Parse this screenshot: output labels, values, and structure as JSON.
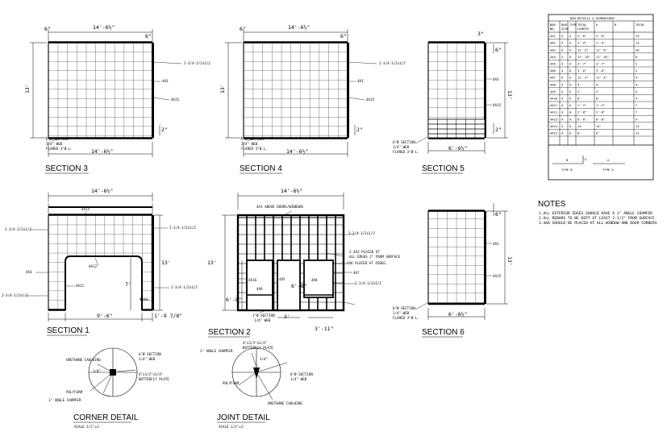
{
  "sections": [
    {
      "id": "3",
      "title": "SECTION 3",
      "top_dim": "14'-6½\"",
      "bottom_dim": "14'-6½\"",
      "left_dim": "13'",
      "side_dim": "6\"",
      "corner_dim": "6\"",
      "small_dim": "2\"",
      "labels": [
        "2-3/4-1/2x1/2",
        "4A3",
        "4A15",
        "6\"Ø SECTION",
        "1/4\" WEB",
        "FLARED 3\"Ø.L."
      ]
    },
    {
      "id": "4",
      "title": "SECTION 4",
      "top_dim": "14'-6½\"",
      "bottom_dim": "14'-6½\"",
      "left_dim": "13'",
      "side_dim": "6\"",
      "corner_dim": "6\"",
      "small_dim": "2\"",
      "labels": [
        "2-3/4-1/2x1/2",
        "4A3",
        "4A15",
        "6\"Ø SECTION",
        "1/4\" WEB",
        "FLARED 3\"Ø.L."
      ]
    },
    {
      "id": "5",
      "title": "SECTION 5",
      "bottom_dim": "6'-6½\"",
      "left_dim": "13'",
      "side_dim": "6\"",
      "corner_dim": "3\"",
      "small_dim": "2\"",
      "labels": [
        "4A3",
        "4A15",
        "6\"Ø SECTION",
        "1/4\" WEB",
        "FLARED 3\"Ø.L."
      ]
    },
    {
      "id": "1",
      "title": "SECTION 1",
      "top_dim": "14'-6½\"",
      "left_dim": "13'",
      "mid_dim": "7'",
      "bottom_left_dim": "9'-6\"",
      "bottom_right_dim": "1'-9 7/8\"",
      "labels": [
        "4A15",
        "2-3/4-1/2x1/2",
        "4A3",
        "4A12",
        "4A11",
        "2-3/4-1/2x1/2"
      ]
    },
    {
      "id": "2",
      "title": "SECTION 2",
      "top_dim": "14'-6½\"",
      "left_dim": "13'",
      "mid_dim": "6'-8\"",
      "bottom_left_dim": "3'",
      "bottom_right_dim": "3'-11\"",
      "labels": [
        "4A1 ABOVE DOORS/WINDOWS",
        "2-3/4-1/2x1/2",
        "2 4A3 PLACED AT",
        "ALL EDGES 2\" FROM SURFACE",
        "4A6 PLACED AT 45DEG.",
        "4A16",
        "4A5",
        "4A8",
        "4A7",
        "4A9",
        "2-3/4-1/2x1/2",
        "1\"Ø SECTION",
        "1/4\" WEB"
      ]
    },
    {
      "id": "6",
      "title": "SECTION 6",
      "bottom_dim": "6'-6½\"",
      "left_dim": "13'",
      "side_dim": "6\"",
      "labels": [
        "4A3",
        "4A15",
        "6\"Ø SECTION",
        "1/4\" WEB",
        "FLARED 3\"Ø.L."
      ]
    }
  ],
  "table": {
    "title": "BAR DETAILS & DIMENSIONS",
    "headers": [
      "BAR NO.",
      "BAR SIZE",
      "TYPE",
      "TOTAL LENGTH",
      "A",
      "B",
      "TOTAL"
    ],
    "rows": [
      [
        "4A1",
        "4",
        "A",
        "5'-6\"",
        "5'-6\"",
        "",
        "13"
      ],
      [
        "4A2",
        "4",
        "A",
        "1'-9\"",
        "1'-9\"",
        "",
        "13"
      ],
      [
        "4A3",
        "4",
        "A",
        "12'-9\"",
        "12'-9\"",
        "",
        "26"
      ],
      [
        "4A4",
        "4",
        "A",
        "11'-10\"",
        "11'-10\"",
        "",
        "6"
      ],
      [
        "4A5",
        "4",
        "A",
        "3'-7\"",
        "3'-7\"",
        "",
        "2"
      ],
      [
        "4A6",
        "4",
        "A",
        "3'-6\"",
        "3'-6\"",
        "",
        "2"
      ],
      [
        "4A7",
        "4",
        "A",
        "11'-3\"",
        "11'-3\"",
        "",
        "4"
      ],
      [
        "4A8",
        "4",
        "A",
        "4'",
        "4'",
        "",
        "4"
      ],
      [
        "4A9",
        "4",
        "A",
        "2'",
        "2'",
        "",
        "4"
      ],
      [
        "4A10",
        "4",
        "A",
        "8'",
        "8'",
        "",
        "4"
      ],
      [
        "4A11",
        "4",
        "A",
        "1'-2\"",
        "1'-2\"",
        "",
        "7"
      ],
      [
        "4A12",
        "4",
        "A",
        "2'-8\"",
        "2'-8\"",
        "",
        "7"
      ],
      [
        "4A13",
        "4",
        "A",
        "6'-6\"",
        "6'-6\"",
        "",
        "4"
      ],
      [
        "4A14",
        "4",
        "A",
        "14'",
        "14'",
        "",
        "13"
      ],
      [
        "4A15",
        "4",
        "A",
        "8'",
        "8'",
        "",
        "13"
      ]
    ],
    "type_b_label": "B",
    "type_a_label": "A",
    "type_b_text": "TYPE B",
    "type_a_text": "TYPE A"
  },
  "notes": {
    "header": "NOTES",
    "items": [
      "1.ALL EXTERIOR EDGES SHOULD HAVE A 1\" ANGLE CHAMFER",
      "2.ALL REBARS TO BE KEPT AT LEAST 2-1/2\" FROM SURFACE",
      "3.4A6 SHOULD BE PLACED AT ALL WINDOW AND DOOR CORNERS"
    ]
  },
  "details": [
    {
      "title": "CORNER DETAIL",
      "scale": "SCALE 1/2\"=1'",
      "labels": [
        "URETHANE CAULKING",
        "1/4\"",
        "6\"Ø SECTION",
        "1/4\" WEB",
        "4\"x1/2\"x1/4\"",
        "BUTTERFLY PLATE",
        "POLYFOAM",
        "1\" ANGLE CHAMFER"
      ]
    },
    {
      "title": "JOINT DETAIL",
      "scale": "SCALE 1/2\"=1'",
      "labels": [
        "1\" ANGLE CHAMFER",
        "4\"x1/2\"x1/4\"",
        "BUTTERFLY PLATE",
        "1/4\"",
        "6\"Ø SECTION",
        "1/4\" WEB",
        "POLYFOAM",
        "URETHANE CAULKING"
      ]
    }
  ]
}
